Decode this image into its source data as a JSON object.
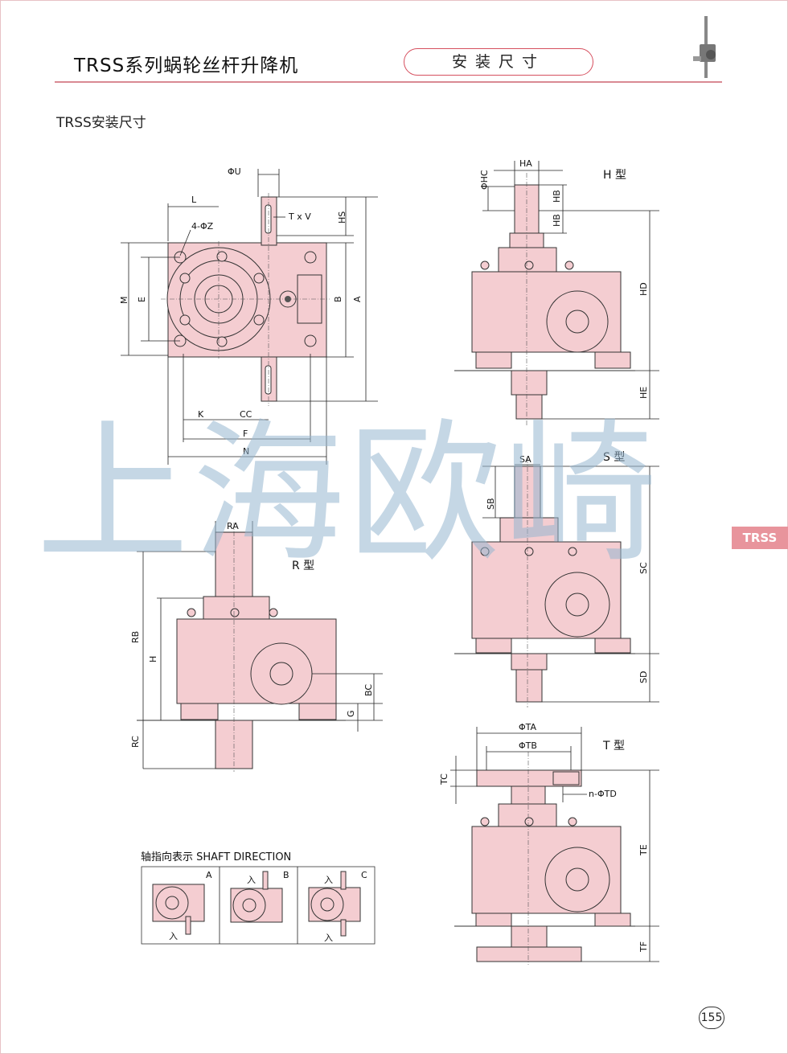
{
  "header": {
    "title": "TRSS系列蜗轮丝杆升降机",
    "tab_label": "安装尺寸"
  },
  "section_title": "TRSS安装尺寸",
  "side_tab": "TRSS",
  "watermark": "上海欧崎",
  "page_number": "155",
  "top_view": {
    "labels": {
      "phi_u": "ΦU",
      "l": "L",
      "z": "4-ΦZ",
      "txv": "T x V",
      "hs": "HS",
      "m": "M",
      "e": "E",
      "b": "B",
      "a": "A",
      "k": "K",
      "cc": "CC",
      "f": "F",
      "n": "N"
    }
  },
  "h_type": {
    "title": "H 型",
    "labels": {
      "ha": "HA",
      "phi_hc": "ΦHC",
      "hb": "HB",
      "hd": "HD",
      "he": "HE"
    }
  },
  "s_type": {
    "title": "S 型",
    "labels": {
      "sa": "SA",
      "sb": "SB",
      "sc": "SC",
      "sd": "SD"
    }
  },
  "r_type": {
    "title": "R 型",
    "labels": {
      "ra": "RA",
      "rb": "RB",
      "h": "H",
      "bc": "BC",
      "g": "G",
      "rc": "RC"
    }
  },
  "t_type": {
    "title": "T 型",
    "labels": {
      "phi_ta": "ΦTA",
      "phi_tb": "ΦTB",
      "tc": "TC",
      "n_td": "n-ΦTD",
      "te": "TE",
      "tf": "TF"
    }
  },
  "shaft_direction": {
    "title": "轴指向表示  SHAFT DIRECTION",
    "input_label": "入",
    "panels": [
      "A",
      "B",
      "C"
    ]
  },
  "colors": {
    "body_fill": "#f4cdd1",
    "accent": "#d6505f",
    "watermark": "#96b6d0"
  }
}
